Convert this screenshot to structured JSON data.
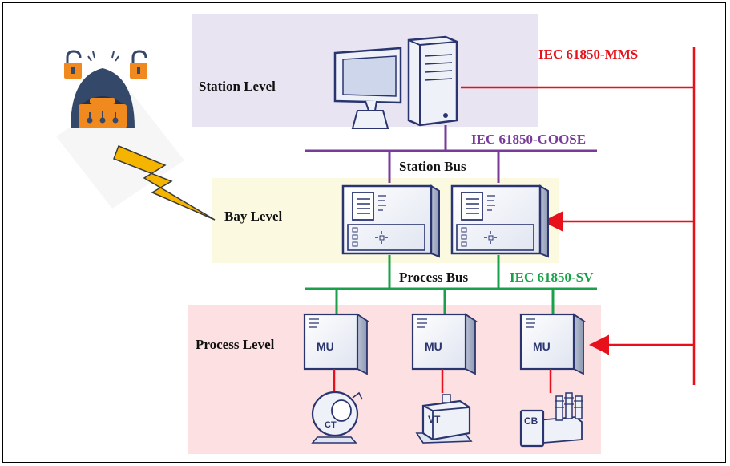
{
  "levels": {
    "station": "Station Level",
    "bay": "Bay Level",
    "process": "Process Level"
  },
  "buses": {
    "station": "Station Bus",
    "process": "Process Bus"
  },
  "protocols": {
    "mms": "IEC 61850-MMS",
    "goose": "IEC 61850-GOOSE",
    "sv": "IEC 61850-SV"
  },
  "devices": {
    "merging_unit": "MU",
    "instruments": [
      "CT",
      "VT",
      "CB"
    ]
  },
  "colors": {
    "station_zone": "#e8e4f2",
    "bay_zone": "#fbfae0",
    "process_zone": "#fce0e2",
    "mms": "#e8101a",
    "goose": "#7a3a9a",
    "sv": "#1aa04a",
    "attacker_orange": "#f08a1e",
    "attacker_navy": "#34486a",
    "lightning": "#f4b400"
  }
}
